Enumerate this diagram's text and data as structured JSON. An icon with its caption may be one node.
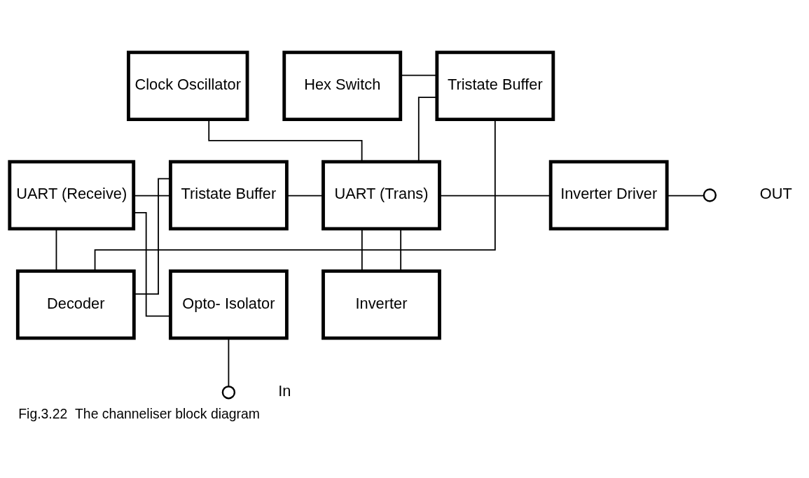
{
  "diagram": {
    "caption": "Fig.3.22  The channeliser block diagram",
    "nodes": [
      {
        "text": [
          "Hex Switch"
        ]
      },
      {
        "text": [
          "Tristate Buffer"
        ]
      },
      {
        "text": [
          "Clock Oscillator"
        ]
      },
      {
        "text": [
          "UART (Receive)"
        ]
      },
      {
        "text": [
          "Tristate Buffer"
        ]
      },
      {
        "text": [
          "UART (Trans)"
        ]
      },
      {
        "text": [
          "Inverter Driver"
        ]
      },
      {
        "text": [
          "Opto- Isolator"
        ]
      },
      {
        "text": [
          "Decoder"
        ]
      },
      {
        "text": [
          "Inverter"
        ]
      },
      {
        "text": [],
        "shape": "circle",
        "beside": [
          "OUT"
        ]
      },
      {
        "text": [],
        "shape": "circle",
        "beside": [
          "In"
        ]
      }
    ],
    "edges": [
      {
        "from": 0,
        "to": 1,
        "arrow": "none"
      },
      {
        "from": 1,
        "to": 5,
        "arrow": "none"
      },
      {
        "from": 2,
        "to": 5,
        "arrow": "none"
      },
      {
        "from": 3,
        "to": 4,
        "arrow": "none"
      },
      {
        "from": 3,
        "to": 8,
        "arrow": "none"
      },
      {
        "from": 4,
        "to": 5,
        "arrow": "none"
      },
      {
        "from": 5,
        "to": 6,
        "arrow": "none"
      },
      {
        "from": 6,
        "to": 10,
        "arrow": "none"
      },
      {
        "from": 3,
        "to": 7,
        "arrow": "none"
      },
      {
        "from": 5,
        "to": 9,
        "arrow": "none"
      },
      {
        "from": 5,
        "to": 9,
        "arrow": "none"
      },
      {
        "from": 11,
        "to": 7,
        "arrow": "none"
      },
      {
        "from": 8,
        "to": 4,
        "arrow": "none"
      },
      {
        "from": 8,
        "to": 1,
        "arrow": "none"
      }
    ]
  }
}
